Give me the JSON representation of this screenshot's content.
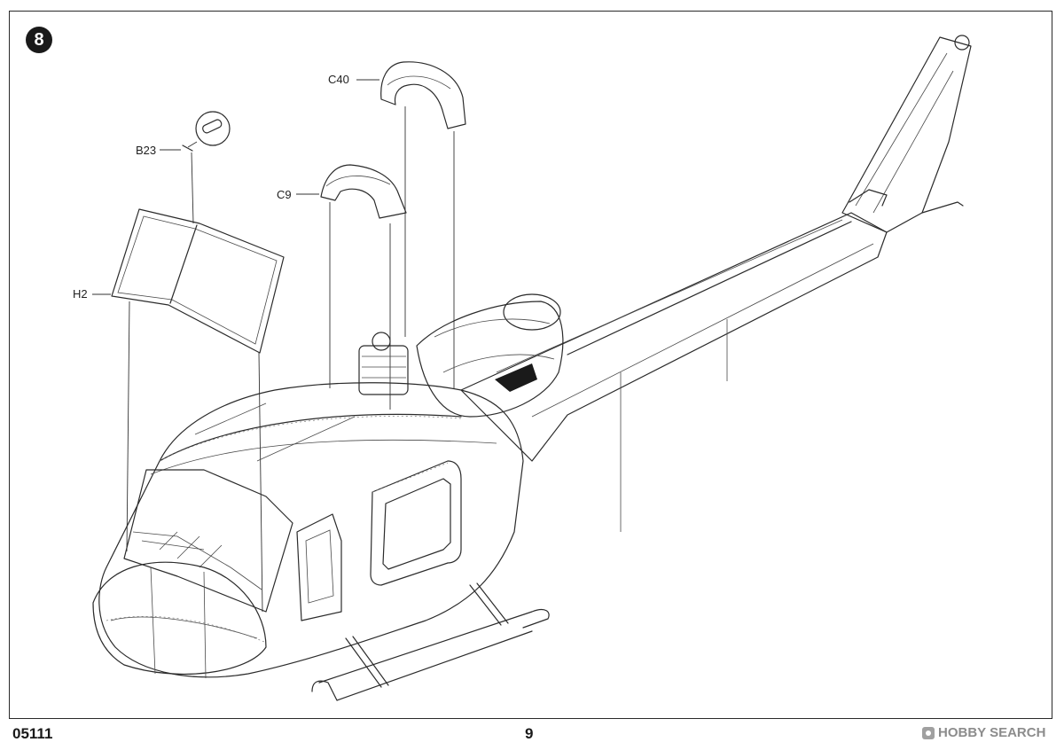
{
  "step": {
    "number": "8"
  },
  "parts": {
    "c40": "C40",
    "b23": "B23",
    "c9": "C9",
    "h2": "H2"
  },
  "footer": {
    "kit_code": "05111",
    "page_number": "9",
    "watermark": "HOBBY SEARCH"
  }
}
